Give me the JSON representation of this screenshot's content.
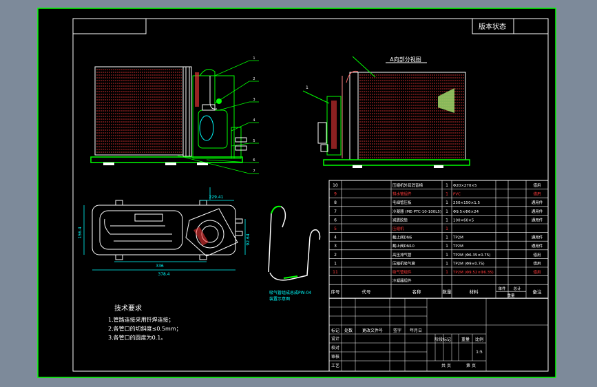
{
  "colors": {
    "background": "#7d8a9a",
    "sheet": "#000000",
    "border": "#00ff00",
    "line": "#ffffff",
    "coil": "#ff3b3b",
    "text": "#ffffff",
    "cyan": "#00ffff",
    "leader": "#00ff00"
  },
  "title_block": {
    "top_label": "版本状态"
  },
  "views": {
    "right_view_title": "A向部分视图",
    "right_view_tag": "1"
  },
  "dimensions": {
    "top_width": "229.41",
    "overall_width": "378.4",
    "inner_width": "336",
    "left_height": "156.4",
    "right_height": "92.64"
  },
  "side_callouts": [
    "1",
    "2",
    "3",
    "4",
    "5",
    "6",
    "7"
  ],
  "pipe_note": [
    "吸气管组成总成PW-04",
    "装置示意图"
  ],
  "technical_requirements": {
    "title": "技术要求",
    "items": [
      "1.管路连接采用钎焊连接；",
      "2.各管口的切斜度≤0.5mm；",
      "3.各管口的圆度为0.1。"
    ]
  },
  "bom": {
    "rows": [
      {
        "no": "10",
        "code": "",
        "name": "压缩机外耳消音棉",
        "qty": "1",
        "material": "Φ20×270×5",
        "w1": "",
        "w2": "",
        "note": "借用",
        "red": false
      },
      {
        "no": "9",
        "code": "",
        "name": "排水管组件",
        "qty": "1",
        "material": "PVC",
        "w1": "",
        "w2": "",
        "note": "借用",
        "red": true
      },
      {
        "no": "8",
        "code": "",
        "name": "毛细管压板",
        "qty": "1",
        "material": "250×150×1.5",
        "w1": "",
        "w2": "",
        "note": "通用件",
        "red": false
      },
      {
        "no": "7",
        "code": "",
        "name": "冷凝器 (ME-PTC-10-100L5)",
        "qty": "1",
        "material": "Φ9.5×Φ6×24",
        "w1": "",
        "w2": "",
        "note": "通用件",
        "red": false
      },
      {
        "no": "6",
        "code": "",
        "name": "减震胶垫",
        "qty": "1",
        "material": "100×60×5",
        "w1": "",
        "w2": "",
        "note": "通用件",
        "red": false
      },
      {
        "no": "5",
        "code": "",
        "name": "压缩机",
        "qty": "1",
        "material": "",
        "w1": "",
        "w2": "",
        "note": "",
        "red": true
      },
      {
        "no": "4",
        "code": "",
        "name": "截止阀DN6",
        "qty": "1",
        "material": "TP2M",
        "w1": "",
        "w2": "",
        "note": "通用件",
        "red": false
      },
      {
        "no": "3",
        "code": "",
        "name": "截止阀DN10",
        "qty": "1",
        "material": "TP2M",
        "w1": "",
        "w2": "",
        "note": "通用件",
        "red": false
      },
      {
        "no": "2",
        "code": "",
        "name": "高压排气管",
        "qty": "1",
        "material": "TP2M (Φ6.35×0.75)",
        "w1": "",
        "w2": "",
        "note": "借用",
        "red": false
      },
      {
        "no": "1",
        "code": "",
        "name": "压缩机吸气管",
        "qty": "1",
        "material": "TP2M (Φ9×0.75)",
        "w1": "",
        "w2": "",
        "note": "借用",
        "red": false
      },
      {
        "no": "11",
        "code": "",
        "name": "吸气管组件",
        "qty": "1",
        "material": "TP2M (Φ9.52×Φ6.35)",
        "w1": "",
        "w2": "",
        "note": "借用",
        "red": true
      },
      {
        "no": "",
        "code": "",
        "name": "冷凝器组件",
        "qty": "",
        "material": "",
        "w1": "",
        "w2": "",
        "note": "",
        "red": false
      }
    ],
    "header": {
      "no": "序号",
      "code": "代号",
      "name": "名称",
      "qty": "数量",
      "material": "材料",
      "unit_w": "单件",
      "total_w": "总计",
      "weight": "重量",
      "note": "备注"
    }
  },
  "signoff": {
    "labels": [
      "标记",
      "处数",
      "更改文件号",
      "签字",
      "年月日"
    ],
    "roles": [
      "设计",
      "校对",
      "审核",
      "工艺"
    ],
    "stage_label": "阶段标记",
    "weight_label": "重量",
    "scale_label": "比例",
    "scale_value": "1:5",
    "sheet_total": "共 页",
    "sheet_no": "第 页"
  }
}
